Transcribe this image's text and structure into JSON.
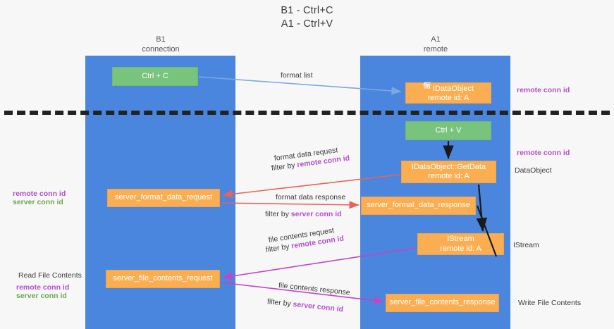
{
  "diagram": {
    "title_line1": "B1 - Ctrl+C",
    "title_line2": "A1 - Ctrl+V",
    "columns": [
      {
        "id": "b1",
        "name": "B1",
        "role": "connection"
      },
      {
        "id": "a1",
        "name": "A1",
        "role": "remote"
      }
    ],
    "nodes": {
      "ctrl_c": {
        "line1": "Ctrl + C",
        "line2": "",
        "color": "#78c47c"
      },
      "idataobject": {
        "prefix_a": "保",
        "prefix_b": "行",
        "line1": "IDataObject",
        "line2": "remote id: A",
        "color": "#fbae51"
      },
      "ctrl_v": {
        "line1": "Ctrl + V",
        "line2": "",
        "color": "#78c47c"
      },
      "getdata": {
        "line1": "IDataObject::GetData",
        "line2": "remote id: A",
        "color": "#fbae51"
      },
      "fmt_req": {
        "line1": "server_format_data_request",
        "line2": "",
        "color": "#fbae51"
      },
      "fmt_res": {
        "line1": "server_format_data_response",
        "line2": "",
        "color": "#fbae51"
      },
      "istream": {
        "line1": "IStream",
        "line2": "remote id: A",
        "color": "#fbae51"
      },
      "file_req": {
        "line1": "server_file_contents_request",
        "line2": "",
        "color": "#fbae51"
      },
      "file_res": {
        "line1": "server_file_contents_response",
        "line2": "",
        "color": "#fbae51"
      }
    },
    "edge_labels": {
      "format_list": "format list",
      "format_data_request": "format data request",
      "filter_by": "filter by ",
      "remote_conn_id": "remote conn id",
      "server_conn_id": "server conn id",
      "format_data_response": "format data response",
      "file_contents_request": "file contents request",
      "file_contents_response": "file contents response"
    },
    "side_labels": {
      "remote_conn_id_top": "remote conn id",
      "remote_conn_id_mid": "remote conn id",
      "dataobject": "DataObject",
      "istream": "IStream",
      "write_file_contents": "Write File Contents",
      "read_file_contents": "Read File Contents",
      "left_remote_conn_id_1": "remote conn id",
      "left_server_conn_id_1": "server conn id",
      "left_remote_conn_id_2": "remote conn id",
      "left_server_conn_id_2": "server conn id"
    },
    "colors": {
      "lane": "#4a86dd",
      "green_node": "#78c47c",
      "orange_node": "#fbae51",
      "purple_text": "#b24fc8",
      "green_text": "#6aa84f",
      "arrow_blue": "#7aa9e0",
      "arrow_red": "#e8635a",
      "arrow_magenta": "#c445c4",
      "arrow_black": "#1a1a1a",
      "background": "#f7f7f7"
    }
  }
}
